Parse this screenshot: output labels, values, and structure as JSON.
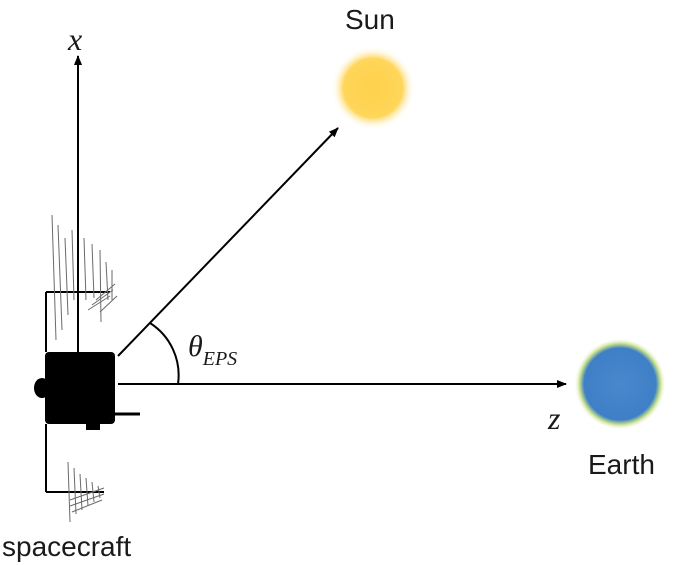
{
  "labels": {
    "sun": "Sun",
    "earth": "Earth",
    "spacecraft": "spacecraft",
    "x_axis": "x",
    "z_axis": "z",
    "theta_symbol": "θ",
    "theta_subscript": "EPS"
  },
  "colors": {
    "sun": "#ffd65a",
    "earth": "#3f7fc6",
    "earth_halo": "#c6e08a",
    "line": "#000000"
  }
}
